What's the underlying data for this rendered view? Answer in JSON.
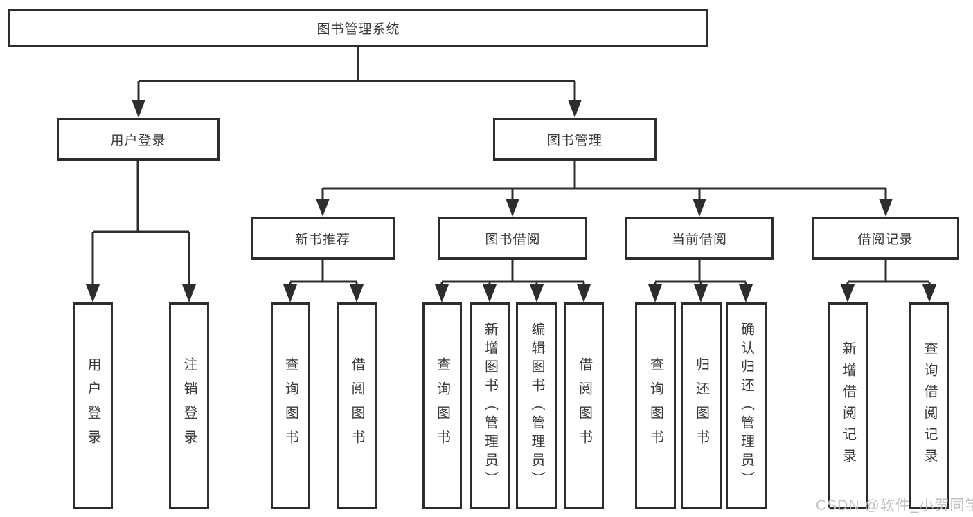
{
  "diagram_title": "图书管理系统",
  "tree": {
    "root": {
      "label": "图书管理系统",
      "children": [
        {
          "label": "用户登录",
          "leaves": [
            "用户登录",
            "注销登录"
          ]
        },
        {
          "label": "图书管理",
          "children": [
            {
              "label": "新书推荐",
              "leaves": [
                "查询图书",
                "借阅图书"
              ]
            },
            {
              "label": "图书借阅",
              "leaves": [
                "查询图书",
                "新增图书（管理员）",
                "编辑图书（管理员）",
                "借阅图书"
              ]
            },
            {
              "label": "当前借阅",
              "leaves": [
                "查询图书",
                "归还图书",
                "确认归还（管理员）"
              ]
            },
            {
              "label": "借阅记录",
              "leaves": [
                "新增借阅记录",
                "查询借阅记录"
              ]
            }
          ]
        }
      ]
    }
  },
  "watermark": "CSDN @软件_小贺同学",
  "colors": {
    "line": "#2d2d2d",
    "text": "#3a3a3a",
    "background": "#ffffff",
    "watermark": "#c2c2c2"
  }
}
